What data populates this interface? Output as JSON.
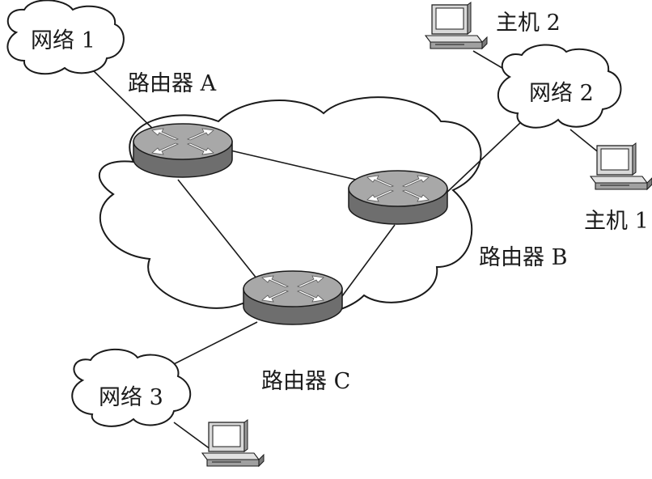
{
  "diagram": {
    "networks": [
      {
        "id": "net1",
        "label": "网络 1"
      },
      {
        "id": "net2",
        "label": "网络 2"
      },
      {
        "id": "net3",
        "label": "网络 3"
      }
    ],
    "routers": [
      {
        "id": "A",
        "label": "路由器 A"
      },
      {
        "id": "B",
        "label": "路由器 B"
      },
      {
        "id": "C",
        "label": "路由器 C"
      }
    ],
    "hosts": [
      {
        "id": "host1",
        "label": "主机 1"
      },
      {
        "id": "host2",
        "label": "主机 2"
      },
      {
        "id": "host3",
        "label": ""
      }
    ],
    "links": [
      [
        "net1",
        "A"
      ],
      [
        "A",
        "B"
      ],
      [
        "A",
        "C"
      ],
      [
        "B",
        "C"
      ],
      [
        "B",
        "net2"
      ],
      [
        "net2",
        "host2"
      ],
      [
        "net2",
        "host1"
      ],
      [
        "C",
        "net3"
      ],
      [
        "net3",
        "host3"
      ]
    ],
    "colors": {
      "line": "#1a1a1a",
      "router_top": "#a8a8a8",
      "router_side": "#6e6e6e",
      "arrow": "#ffffff",
      "monitor_frame": "#d9d9d9",
      "screen": "#ffffff",
      "host_base": "#a0a0a0"
    }
  }
}
